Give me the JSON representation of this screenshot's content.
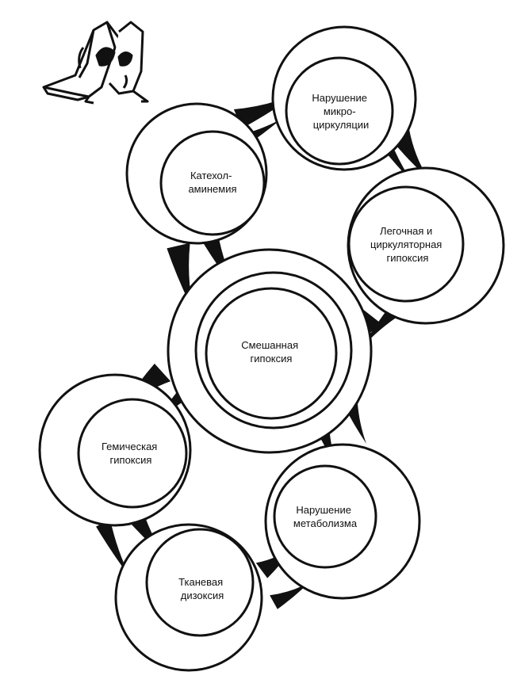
{
  "nodes": {
    "catecholaminemia": {
      "lines": [
        "Катехол-",
        "аминемия"
      ]
    },
    "microcirculation": {
      "lines": [
        "Нарушение",
        "микро-",
        "циркуляции"
      ]
    },
    "pulmonary": {
      "lines": [
        "Легочная и",
        "циркуляторная",
        "гипоксия"
      ]
    },
    "mixed": {
      "lines": [
        "Смешанная",
        "гипоксия"
      ]
    },
    "hemic": {
      "lines": [
        "Гемическая",
        "гипоксия"
      ]
    },
    "metabolism": {
      "lines": [
        "Нарушение",
        "метаболизма"
      ]
    },
    "tissue": {
      "lines": [
        "Тканевая",
        "дизоксия"
      ]
    }
  },
  "colors": {
    "ink": "#111111",
    "paper": "#ffffff"
  },
  "icons": {
    "corner": "hands-figure-icon"
  }
}
